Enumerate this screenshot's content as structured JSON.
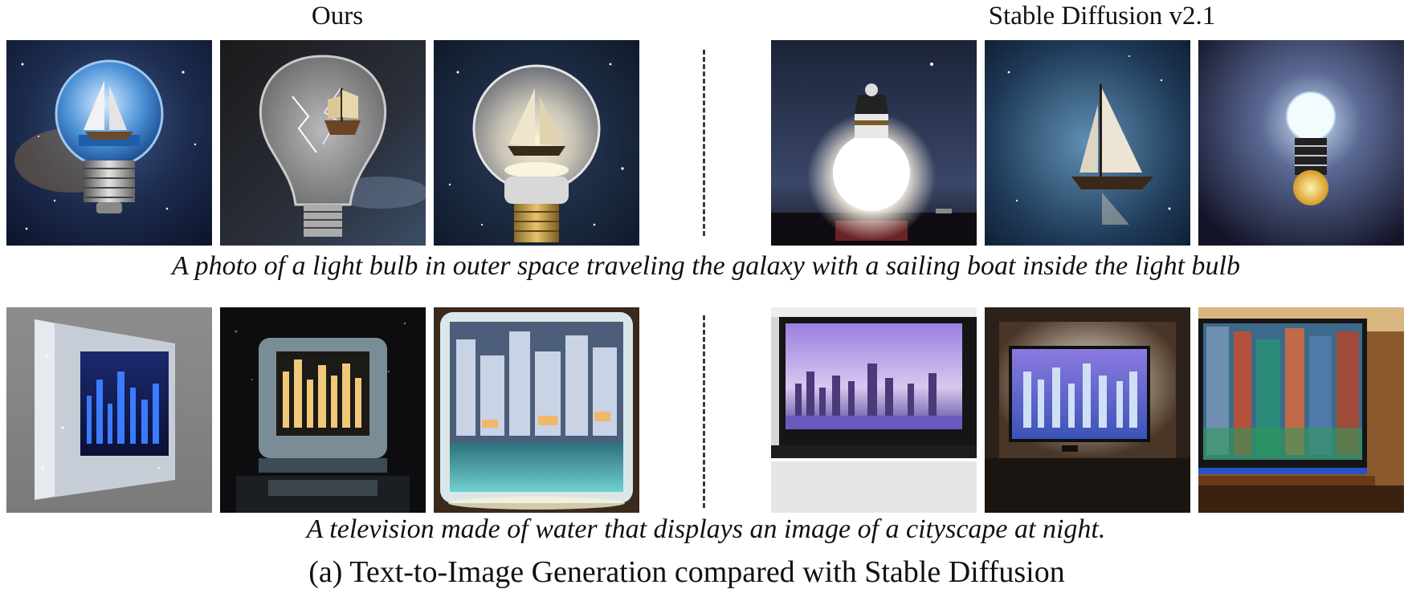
{
  "headers": {
    "ours": "Ours",
    "baseline": "Stable Diffusion v2.1"
  },
  "rows": [
    {
      "caption": "A photo of a light bulb in outer space traveling the galaxy with a sailing boat inside the light bulb",
      "ours_images": [
        "galaxy-lightbulb-boat",
        "lightning-lightbulb-ship",
        "starry-lightbulb-sailboat"
      ],
      "baseline_images": [
        "glowing-bulb-over-sea",
        "sailboat-in-space",
        "lightbulb-in-dark"
      ]
    },
    {
      "caption": "A television made of water that displays an image of a cityscape at night.",
      "ours_images": [
        "frosted-water-tv-city",
        "glass-water-tv-city",
        "water-block-tv-city"
      ],
      "baseline_images": [
        "wall-tv-skyline",
        "backlit-tv-skyline",
        "tv-street-scene"
      ]
    }
  ],
  "figure_label": "(a) Text-to-Image Generation compared with Stable Diffusion"
}
